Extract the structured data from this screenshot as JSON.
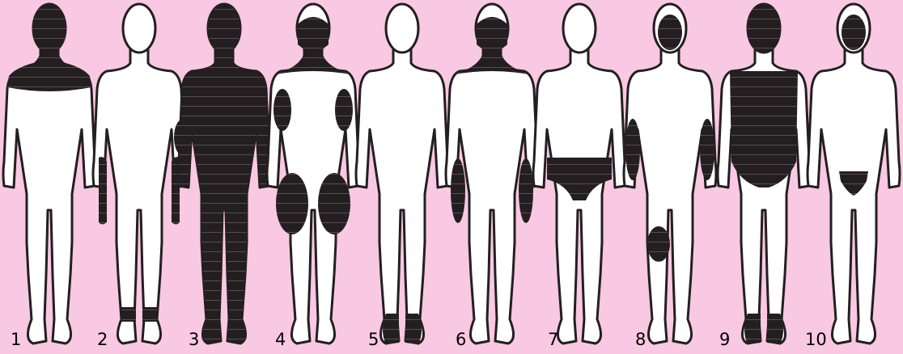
{
  "colors": {
    "background": "#f9c8e3",
    "body": "#ffffff",
    "marking": "#231f20",
    "outline": "#231f20",
    "stripes": "#5a4a52"
  },
  "figures": [
    {
      "label": "1",
      "regions": [
        "head",
        "neck",
        "shoulders"
      ]
    },
    {
      "label": "2",
      "regions": [
        "left-forearm",
        "right-forearm",
        "ankles"
      ]
    },
    {
      "label": "3",
      "regions": [
        "whole-body"
      ]
    },
    {
      "label": "4",
      "regions": [
        "head-back",
        "neck",
        "upper-arms",
        "buttocks-thighs"
      ]
    },
    {
      "label": "5",
      "regions": [
        "feet"
      ]
    },
    {
      "label": "6",
      "regions": [
        "head-back",
        "neck",
        "hands"
      ]
    },
    {
      "label": "7",
      "regions": [
        "brief-area"
      ]
    },
    {
      "label": "8",
      "regions": [
        "face",
        "elbows",
        "knee"
      ]
    },
    {
      "label": "9",
      "regions": [
        "head",
        "torso-bodysuit",
        "feet"
      ]
    },
    {
      "label": "10",
      "regions": [
        "face",
        "groin"
      ]
    }
  ]
}
